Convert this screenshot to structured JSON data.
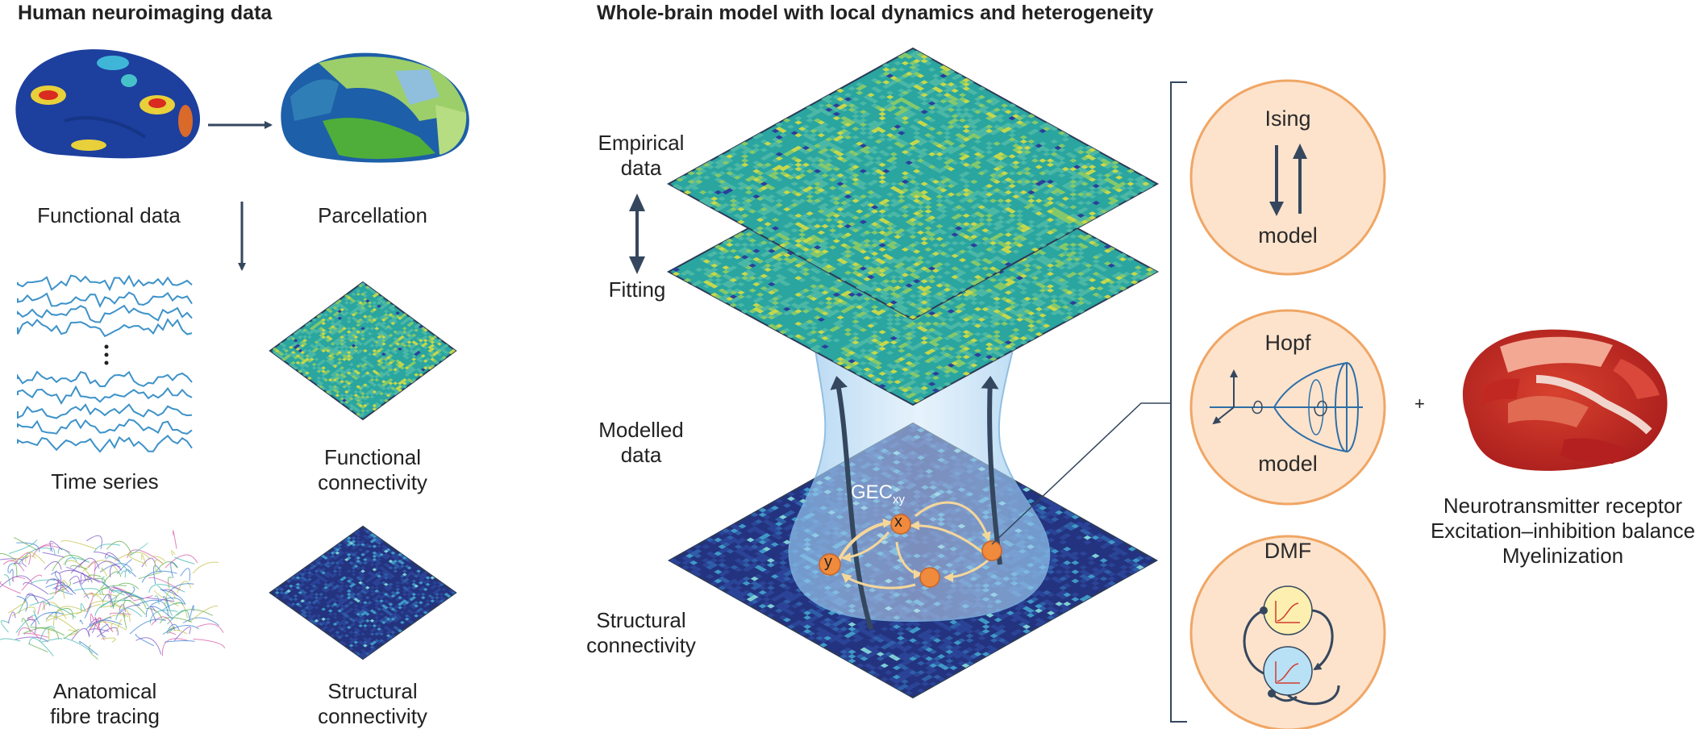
{
  "headings": {
    "left": "Human neuroimaging data",
    "right": "Whole-brain model with local dynamics and heterogeneity"
  },
  "left_labels": {
    "functional_data": "Functional data",
    "parcellation": "Parcellation",
    "time_series": "Time series",
    "functional_connectivity": [
      "Functional",
      "connectivity"
    ],
    "anatomical": [
      "Anatomical",
      "fibre tracing"
    ],
    "structural_connectivity": [
      "Structural",
      "connectivity"
    ]
  },
  "model_labels": {
    "empirical": [
      "Empirical",
      "data"
    ],
    "fitting": "Fitting",
    "modelled": [
      "Modelled",
      "data"
    ],
    "structural": [
      "Structural",
      "connectivity"
    ],
    "gec": "GEC",
    "gec_sub": "xy",
    "node_x": "x",
    "node_y": "y"
  },
  "local_models": {
    "ising": {
      "title": "Ising",
      "subtitle": "model"
    },
    "hopf": {
      "title": "Hopf",
      "subtitle": "model"
    },
    "dmf": {
      "title": "DMF"
    }
  },
  "plus": "+",
  "heterogeneity": [
    "Neurotransmitter receptor",
    "Excitation–inhibition balance",
    "Myelinization"
  ],
  "colors": {
    "dark_navy": "#35475e",
    "circle_fill": "#fde3cc",
    "circle_stroke": "#f0a665",
    "node_orange": "#f08a3c",
    "arrow_cream": "#f5d79a",
    "funnel_blue": "#a9d2f2"
  }
}
